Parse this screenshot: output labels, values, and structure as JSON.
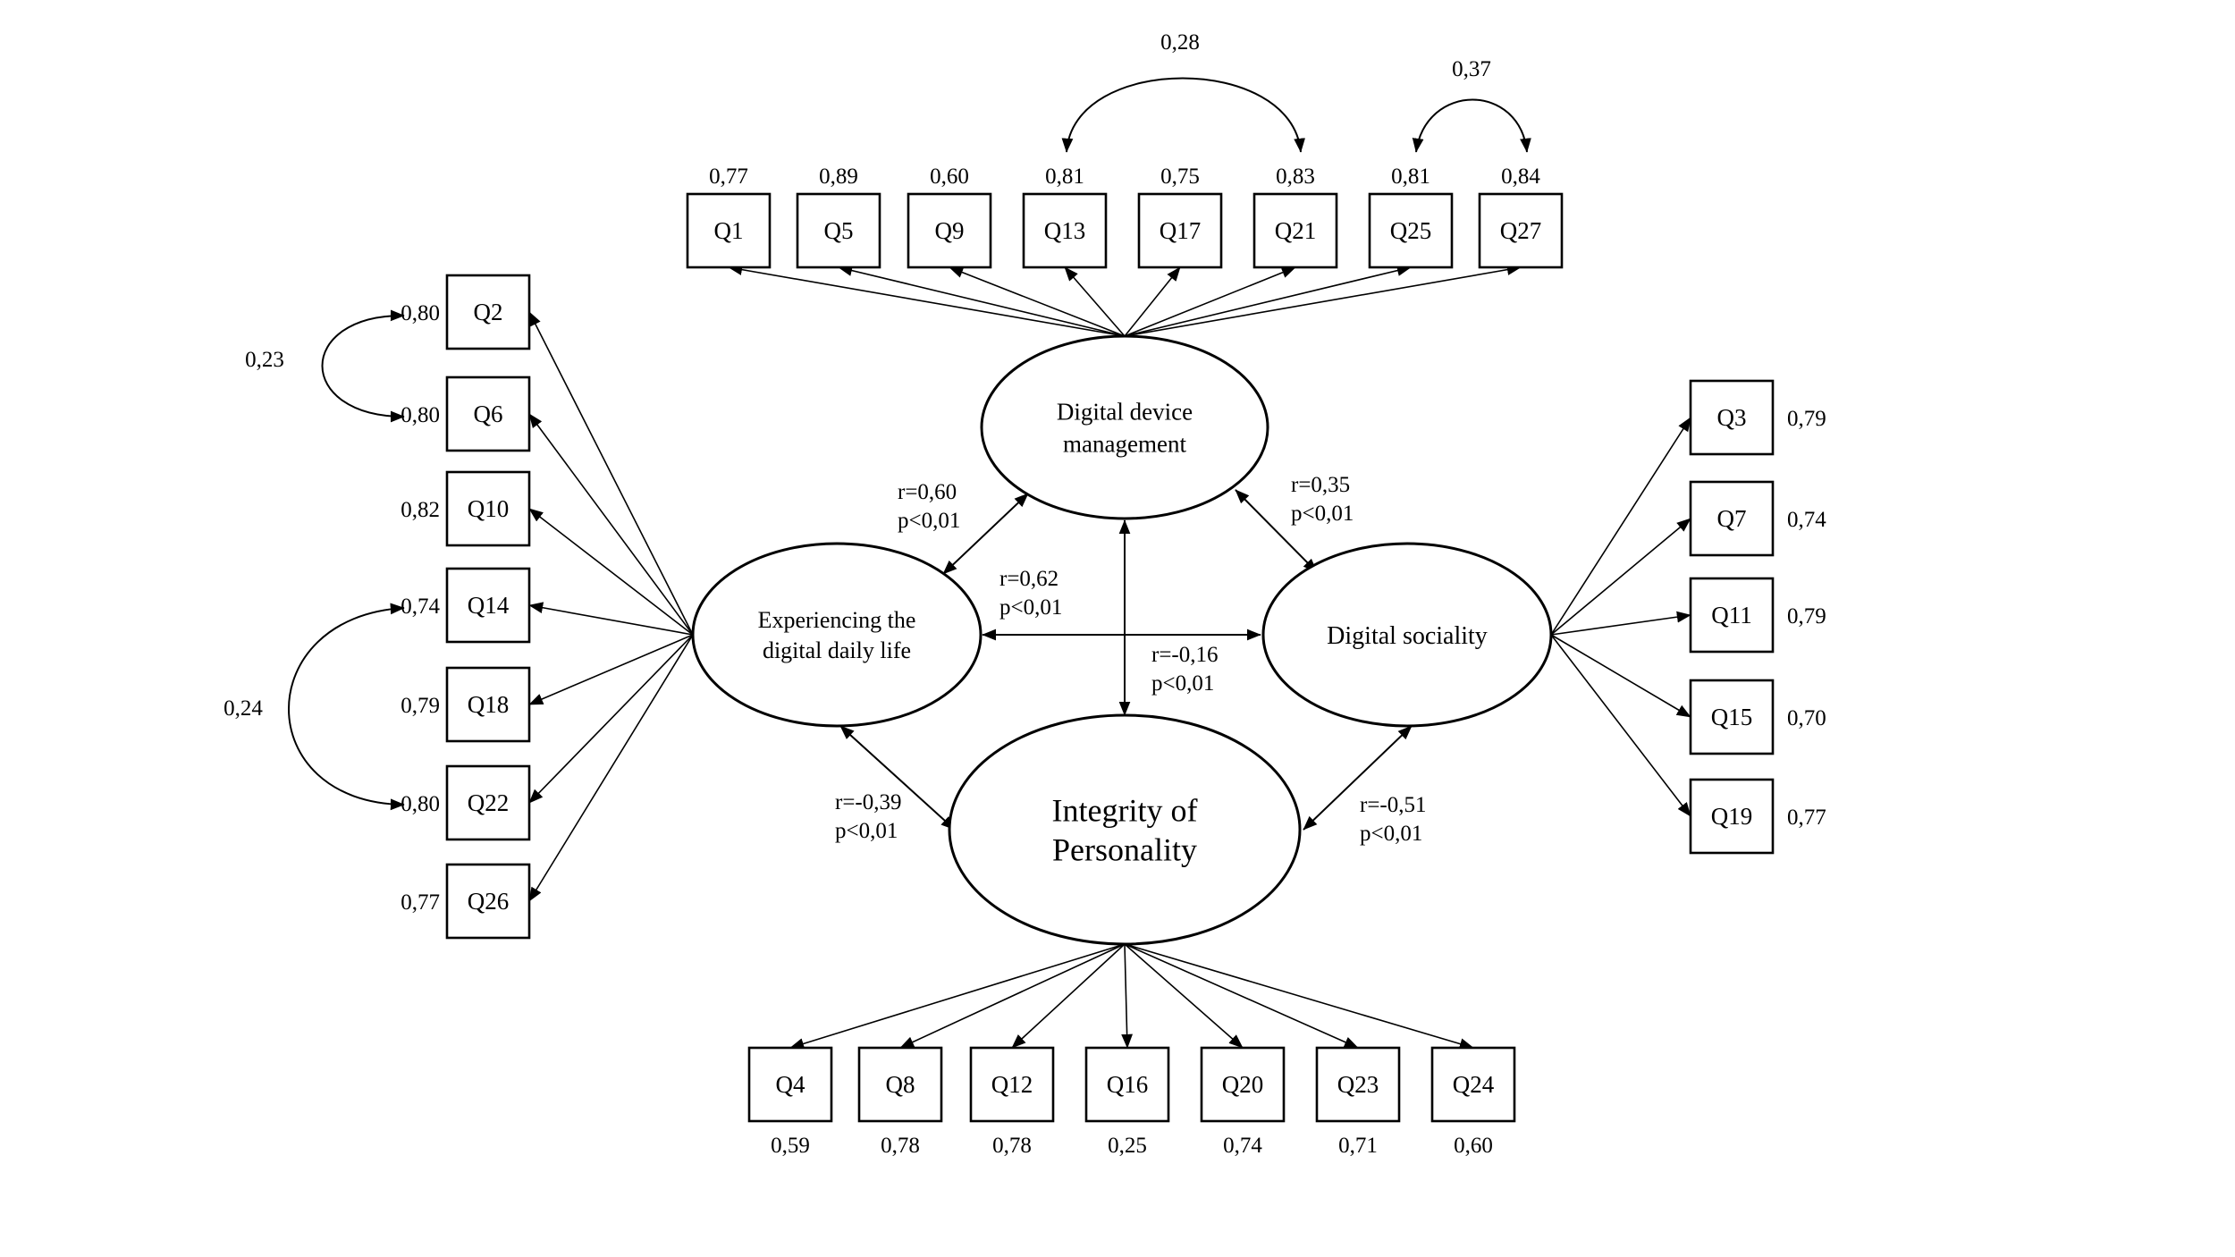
{
  "latent_factors": {
    "ddm": {
      "label_lines": [
        "Digital device",
        "management"
      ]
    },
    "edl": {
      "label_lines": [
        "Experiencing the",
        "digital daily life"
      ]
    },
    "ds": {
      "label_lines": [
        "Digital sociality"
      ]
    },
    "ip": {
      "label_lines": [
        "Integrity of",
        "Personality"
      ]
    }
  },
  "indicators": {
    "ddm": [
      {
        "id": "Q1",
        "loading": "0,77"
      },
      {
        "id": "Q5",
        "loading": "0,89"
      },
      {
        "id": "Q9",
        "loading": "0,60"
      },
      {
        "id": "Q13",
        "loading": "0,81"
      },
      {
        "id": "Q17",
        "loading": "0,75"
      },
      {
        "id": "Q21",
        "loading": "0,83"
      },
      {
        "id": "Q25",
        "loading": "0,81"
      },
      {
        "id": "Q27",
        "loading": "0,84"
      }
    ],
    "edl": [
      {
        "id": "Q2",
        "loading": "0,80"
      },
      {
        "id": "Q6",
        "loading": "0,80"
      },
      {
        "id": "Q10",
        "loading": "0,82"
      },
      {
        "id": "Q14",
        "loading": "0,74"
      },
      {
        "id": "Q18",
        "loading": "0,79"
      },
      {
        "id": "Q22",
        "loading": "0,80"
      },
      {
        "id": "Q26",
        "loading": "0,77"
      }
    ],
    "ds": [
      {
        "id": "Q3",
        "loading": "0,79"
      },
      {
        "id": "Q7",
        "loading": "0,74"
      },
      {
        "id": "Q11",
        "loading": "0,79"
      },
      {
        "id": "Q15",
        "loading": "0,70"
      },
      {
        "id": "Q19",
        "loading": "0,77"
      }
    ],
    "ip": [
      {
        "id": "Q4",
        "loading": "0,59"
      },
      {
        "id": "Q8",
        "loading": "0,78"
      },
      {
        "id": "Q12",
        "loading": "0,78"
      },
      {
        "id": "Q16",
        "loading": "0,25"
      },
      {
        "id": "Q20",
        "loading": "0,74"
      },
      {
        "id": "Q23",
        "loading": "0,71"
      },
      {
        "id": "Q24",
        "loading": "0,60"
      }
    ]
  },
  "error_covariances": [
    {
      "between": [
        "Q13",
        "Q21"
      ],
      "value": "0,28"
    },
    {
      "between": [
        "Q25",
        "Q27"
      ],
      "value": "0,37"
    },
    {
      "between": [
        "Q2",
        "Q6"
      ],
      "value": "0,23"
    },
    {
      "between": [
        "Q14",
        "Q22"
      ],
      "value": "0,24"
    }
  ],
  "factor_correlations": [
    {
      "between": [
        "ddm",
        "edl"
      ],
      "r": "r=0,60",
      "p": "p<0,01"
    },
    {
      "between": [
        "ddm",
        "ds"
      ],
      "r": "r=0,35",
      "p": "p<0,01"
    },
    {
      "between": [
        "edl",
        "ds"
      ],
      "r": "r=0,62",
      "p": "p<0,01"
    },
    {
      "between": [
        "ddm",
        "ip"
      ],
      "r": "r=-0,16",
      "p": "p<0,01"
    },
    {
      "between": [
        "edl",
        "ip"
      ],
      "r": "r=-0,39",
      "p": "p<0,01"
    },
    {
      "between": [
        "ds",
        "ip"
      ],
      "r": "r=-0,51",
      "p": "p<0,01"
    }
  ]
}
